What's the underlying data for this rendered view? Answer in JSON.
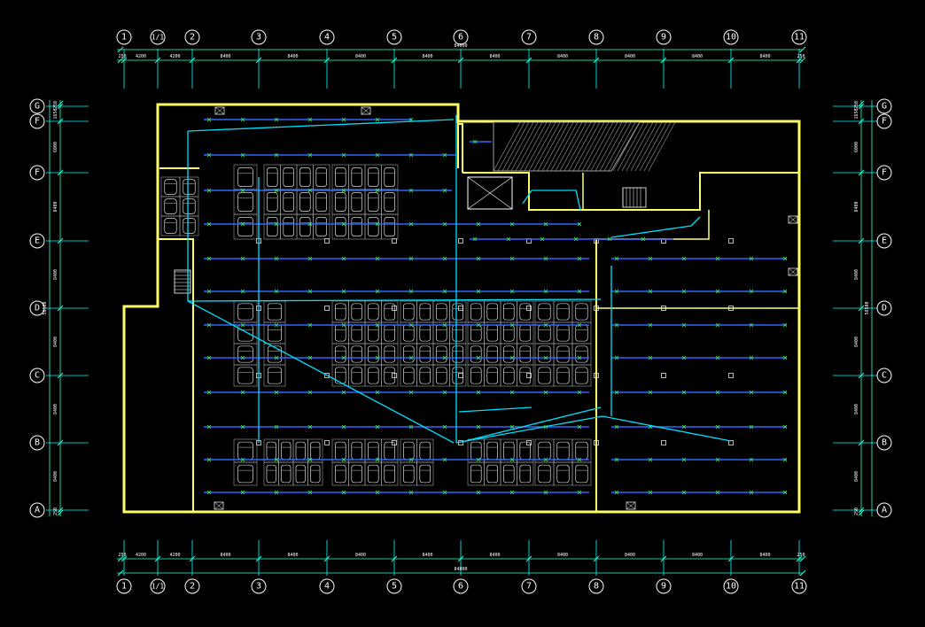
{
  "drawing": {
    "colors": {
      "background": "#000000",
      "wall": "#ffff66",
      "grid": "#00ffff",
      "dimension": "#33ffcc",
      "text": "#ffffff",
      "sprinkler": "#3366ff",
      "pipe": "#00e0ff",
      "label": "#33ff33",
      "equipment": "#9aa0a0"
    },
    "grid_columns": [
      "1",
      "1/1",
      "2",
      "3",
      "4",
      "5",
      "6",
      "7",
      "8",
      "9",
      "10",
      "11"
    ],
    "grid_rows": [
      "G",
      "F",
      "F",
      "E",
      "D",
      "C",
      "B",
      "A"
    ],
    "top_dims": [
      "250",
      "4200",
      "4200",
      "8400",
      "8400",
      "8400",
      "8400",
      "8400",
      "8400",
      "8400",
      "8400",
      "8400",
      "250"
    ],
    "top_total": "84000",
    "bottom_dims": [
      "250",
      "4200",
      "4200",
      "8400",
      "8400",
      "8400",
      "8400",
      "8400",
      "8400",
      "8400",
      "8400",
      "8400",
      "250"
    ],
    "bottom_total": "84000",
    "side_dims": [
      "250",
      "1650",
      "6000",
      "8400",
      "8400",
      "8400",
      "8400",
      "8400",
      "250"
    ],
    "side_total": "58500"
  }
}
